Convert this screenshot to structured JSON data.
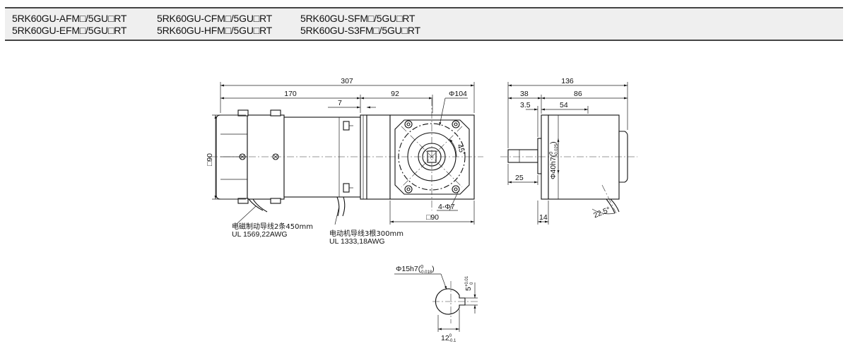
{
  "models": [
    [
      "5RK60GU-AFM□/5GU□RT",
      "5RK60GU-CFM□/5GU□RT",
      "5RK60GU-SFM□/5GU□RT"
    ],
    [
      "5RK60GU-EFM□/5GU□RT",
      "5RK60GU-HFM□/5GU□RT",
      "5RK60GU-S3FM□/5GU□RT"
    ]
  ],
  "front_view": {
    "dim_total": "307",
    "dim_motor": "170",
    "dim_gear": "92",
    "dim_flange": "7",
    "dim_pcd": "Φ104",
    "dim_square_left": "□90",
    "dim_square_bottom": "□90",
    "dim_holes": "4-Φ7",
    "dim_angle": "45°"
  },
  "leads": {
    "brake_cn": "电磁制动导线2条450mm",
    "brake_ul": "UL 1569,22AWG",
    "motor_cn": "电动机导线3根300mm",
    "motor_ul": "UL 1333,18AWG"
  },
  "side_view": {
    "dim_total": "136",
    "dim_38": "38",
    "dim_86": "86",
    "dim_35": "3.5",
    "dim_54": "54",
    "dim_25": "25",
    "dim_14": "14",
    "dim_pilot": "Φ40h7(",
    "dim_pilot_tol_top": "0",
    "dim_pilot_tol_bot": "-0.025",
    "dim_pilot_close": ")",
    "dim_angle": "22.5°"
  },
  "shaft": {
    "dim_dia": "Φ15h7(",
    "dim_dia_tol_top": "0",
    "dim_dia_tol_bot": "-0.018",
    "dim_dia_close": ")",
    "dim_key": "5",
    "dim_key_tol_top": "+0.01",
    "dim_key_tol_bot": "0",
    "dim_height": "12",
    "dim_height_tol_top": "0",
    "dim_height_tol_bot": "-0.1"
  }
}
